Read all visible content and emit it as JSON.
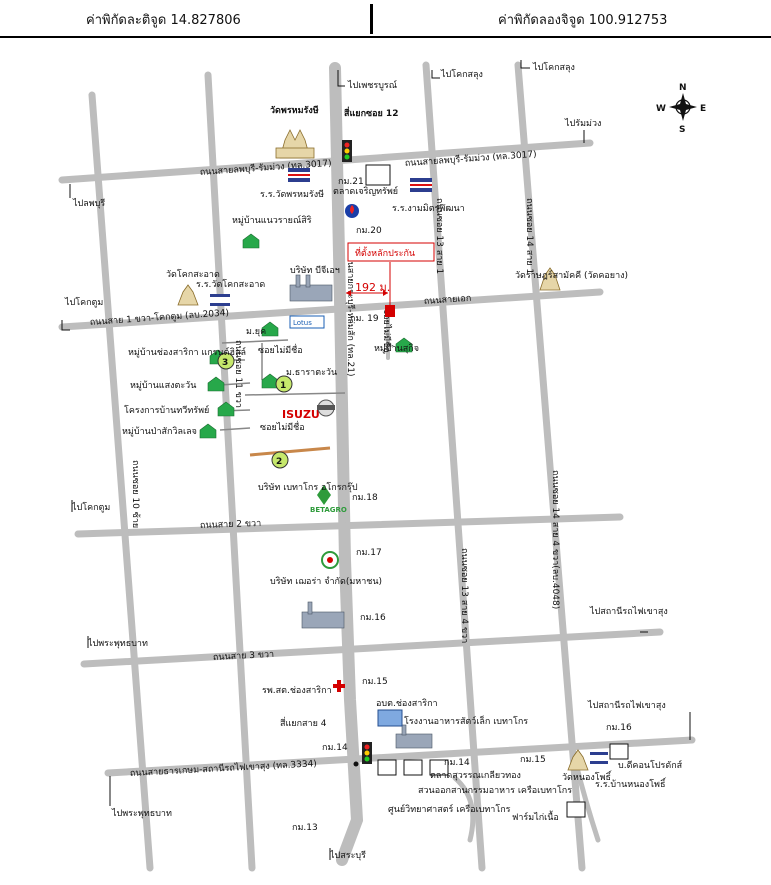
{
  "header": {
    "latitude": "ค่าพิกัดละติจูด 14.827806",
    "longitude": "ค่าพิกัดลองจิจูด 100.912753"
  },
  "compass": {
    "n": "N",
    "s": "S",
    "e": "E",
    "w": "W"
  },
  "roads": {
    "r3017": "ถนนสายลพบุรี-รัมม่วง (ทล.3017)",
    "r3017b": "ถนนสายลพบุรี-รัมม่วง (ทล.3017)",
    "r2034": "ถนนสาย 1 ขวา-โคกตูม (ลบ.2034)",
    "soi_ek": "ถนนสายเอก",
    "main21": "ถนนสายกระบุรี-หล่มสัก (ทล.21)",
    "soi11": "ถนนซอย 11 ขวา",
    "soi10": "ถนนซอย 10 ซ้าย",
    "soi13_1": "ถนนซอย 13 สาย 1",
    "soi14_1": "ถนนซอย 14 สาย 1",
    "soi13_4": "ถนนซอย 13 สาย 4 ขวา",
    "soi14_4": "ถนนซอย 14 สาย 4 ขวา(ลบ.4048)",
    "sai2": "ถนนสาย 2 ขวา",
    "sai3": "ถนนสาย 3 ขวา",
    "r3334": "ถนนสายธารเกษม-สถานีรถไฟเขาสุง (ทล.3334)"
  },
  "directions": {
    "phetchabun": "ไปเพชรบูรณ์",
    "khoksalung1": "ไปโคกสลุง",
    "khoksalung2": "ไปโคกสลุง",
    "rammuang": "ไปรัมม่วง",
    "lopburi": "ไปลพบุรี",
    "khoktum1": "ไปโคกตูม",
    "khoktum2": "ไปโคกตูม",
    "phraphutthabat1": "ไปพระพุทธบาท",
    "phraphutthabat2": "ไปพระพุทธบาท",
    "station1": "ไปสถานีรถไฟเขาสุง",
    "station2": "ไปสถานีรถไฟเขาสุง",
    "saraburi": "ไปสระบุรี"
  },
  "places": {
    "wat_phrom": "วัดพรหมรังษี",
    "intersection12": "สี่แยกซอย 12",
    "km21": "กม.21",
    "market": "ตลาดเจริญทรัพย์",
    "school1": "ร.ร.วัดพรหมรังษี",
    "school2": "ร.ร.งามมิตรพัฒนา",
    "km20": "กม.20",
    "village_rai": "หมู่บ้านแนวรายณ์สิริ",
    "bgp": "บริษัท บีจีเอฯ",
    "office": "ที่ตั้งหลักประกัน",
    "distance": "192 ม.",
    "wat_khok": "วัดโคกสะอาด",
    "school_khok": "ร.ร.วัดโคกสะอาด",
    "wat_rat": "วัดราษฎร์สามัคคี (วัดคอยาง)",
    "ban_moo": "ม.ยุค",
    "lotus": "Lotus",
    "km19": "กม. 19",
    "soi_nochue1": "ซอยไม่มีชื่อ",
    "soi_nochue_v": "ซอยไม่มีชื่อ",
    "village_sukit": "หมู่บ้านสุกิจ",
    "village_chong": "หมู่บ้านช่องสาริกา แกรนด์ฮิลล์",
    "n3": "3",
    "ban_tara": "ม.ธาราตะวัน",
    "n1": "1",
    "village_saeng": "หมู่บ้านแสงตะวัน",
    "project_sap": "โครงการบ้านทวีทรัพย์",
    "village_pa": "หมู่บ้านป่าสักวิลเลจ",
    "isuzu": "ISUZU",
    "soi_nochue2": "ซอยไม่มีชื่อ",
    "n2": "2",
    "betagro_co": "บริษัท เบทาโกร อโกรกรุ๊ป",
    "betagro": "BETAGRO",
    "km18": "กม.18",
    "km17": "กม.17",
    "cpf": "บริษัท เฌอร่า จำกัด(มหาชน)",
    "km16": "กม.16",
    "km15": "กม.15",
    "hospital": "รพ.สต.ช่องสาริกา",
    "obt": "อบต.ช่องสาริกา",
    "feed_factory": "โรงงานอาหารสัตว์เล็ก เบทาโกร",
    "intersection4": "สี่แยกสาย 4",
    "km14": "กม.14",
    "km14b": "กม.14",
    "km15b": "กม.15",
    "km16b": "กม.16",
    "market_kong": "ตลาดสุวรรณเกลียวทอง",
    "garden": "สวนออกสานกรรมอาหาร เครือเบทาโกร",
    "science": "ศูนย์วิทยาศาสตร์ เครือเบทาโกร",
    "wat_nong": "วัดหนองโพธิ์",
    "pdecon": "บ.ดีคอนโปรดักส์",
    "school_nong": "ร.ร.บ้านหนองโพธิ์",
    "farm": "ฟาร์มไก่เนื้อ",
    "km13": "กม.13"
  }
}
